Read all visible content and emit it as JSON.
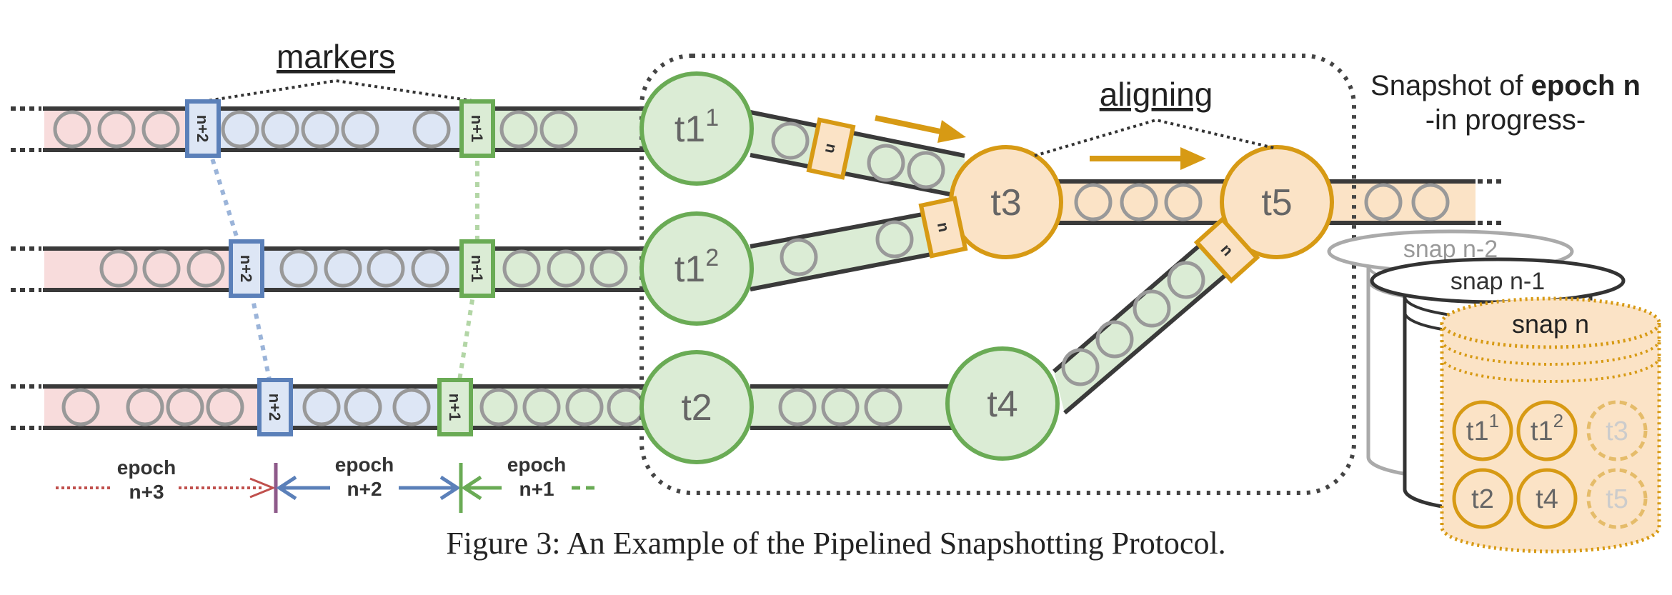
{
  "labels": {
    "markers": "markers",
    "aligning": "aligning",
    "snapshot_title_prefix": "Snapshot of ",
    "snapshot_title_bold": "epoch n",
    "snapshot_subtitle": "-in progress-"
  },
  "tasks": {
    "t1_1": {
      "base": "t1",
      "sup": "1"
    },
    "t1_2": {
      "base": "t1",
      "sup": "2"
    },
    "t2": {
      "base": "t2",
      "sup": ""
    },
    "t3": {
      "base": "t3",
      "sup": ""
    },
    "t4": {
      "base": "t4",
      "sup": ""
    },
    "t5": {
      "base": "t5",
      "sup": ""
    }
  },
  "markers": {
    "n_plus_2": "n+2",
    "n_plus_1": "n+1",
    "n": "n"
  },
  "epochs": [
    {
      "line1": "epoch",
      "line2": "n+3"
    },
    {
      "line1": "epoch",
      "line2": "n+2"
    },
    {
      "line1": "epoch",
      "line2": "n+1"
    }
  ],
  "snapshots": [
    "snap n-2",
    "snap n-1",
    "snap n"
  ],
  "caption": "Figure 3: An Example of the Pipelined Snapshotting Protocol.",
  "colors": {
    "red_fill": "#f8dcdc",
    "red_line": "#c0504d",
    "blue_fill": "#dde6f5",
    "blue_line": "#5b80b9",
    "green_fill": "#dbecd5",
    "green_line": "#6aab55",
    "orange_fill": "#fbe3c6",
    "orange_line": "#d79a14",
    "dark": "#3a3a3a"
  }
}
